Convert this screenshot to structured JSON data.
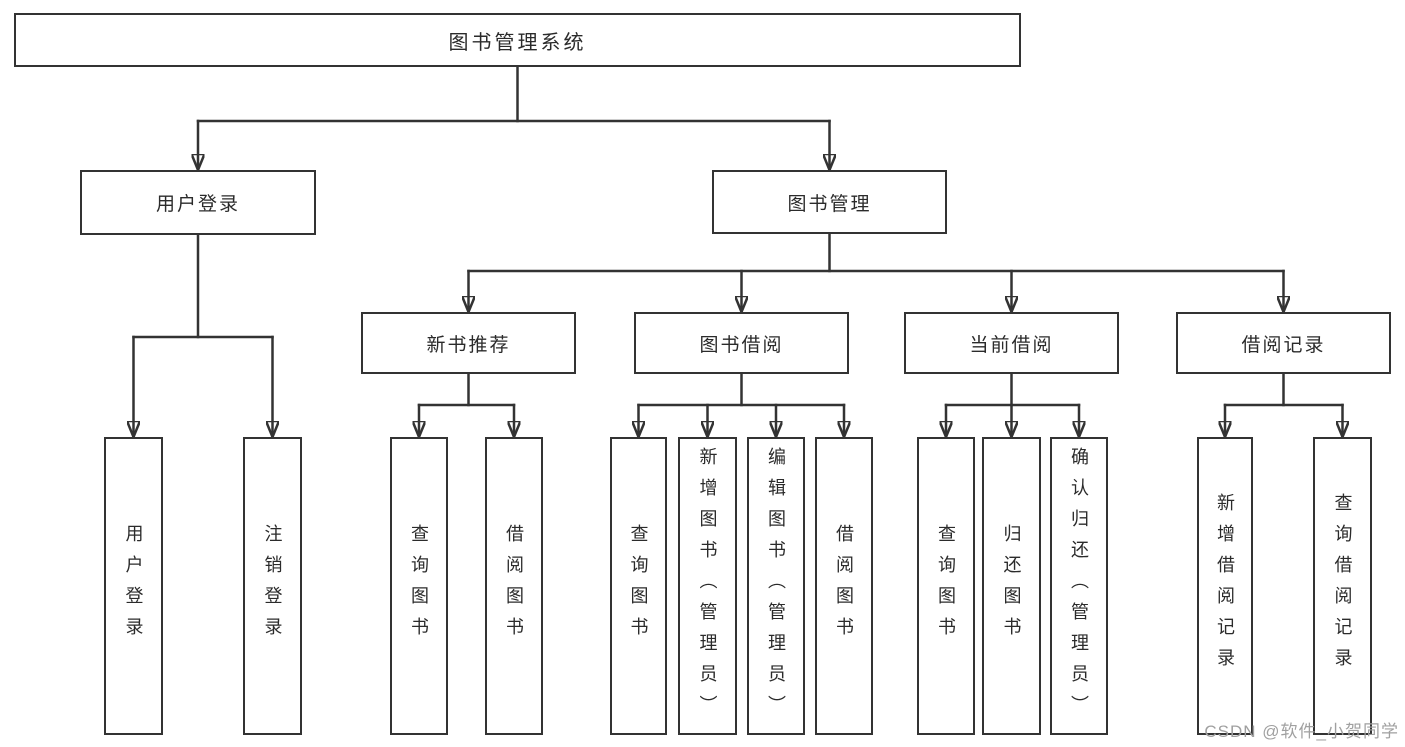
{
  "tree": {
    "label": "图书管理系统",
    "children": [
      {
        "label": "用户登录",
        "children": [
          {
            "label": "用户登录"
          },
          {
            "label": "注销登录"
          }
        ]
      },
      {
        "label": "图书管理",
        "children": [
          {
            "label": "新书推荐",
            "children": [
              {
                "label": "查询图书"
              },
              {
                "label": "借阅图书"
              }
            ]
          },
          {
            "label": "图书借阅",
            "children": [
              {
                "label": "查询图书"
              },
              {
                "label": "新增图书（管理员）"
              },
              {
                "label": "编辑图书（管理员）"
              },
              {
                "label": "借阅图书"
              }
            ]
          },
          {
            "label": "当前借阅",
            "children": [
              {
                "label": "查询图书"
              },
              {
                "label": "归还图书"
              },
              {
                "label": "确认归还（管理员）"
              }
            ]
          },
          {
            "label": "借阅记录",
            "children": [
              {
                "label": "新增借阅记录"
              },
              {
                "label": "查询借阅记录"
              }
            ]
          }
        ]
      }
    ]
  },
  "watermark": {
    "text": "CSDN @软件_小贺同学"
  },
  "colors": {
    "line": "#333333",
    "box_border": "#333333",
    "box_background": "#ffffff",
    "text": "#2b2b2b",
    "watermark": "#a0a0a0",
    "background": "#ffffff"
  }
}
